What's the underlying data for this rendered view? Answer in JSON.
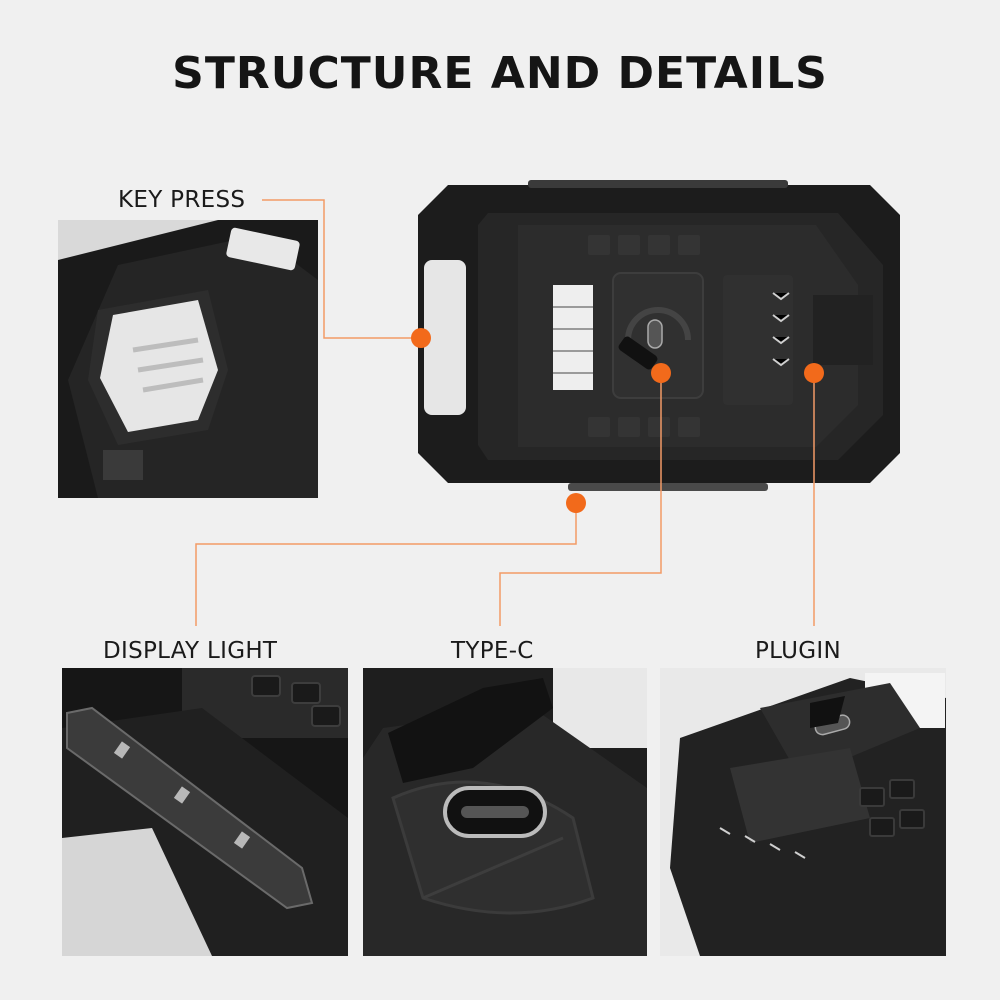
{
  "title": "STRUCTURE AND DETAILS",
  "callouts": {
    "key_press": "KEY PRESS",
    "display_light": "DISPLAY LIGHT",
    "type_c": "TYPE-C",
    "plugin": "PLUGIN"
  },
  "colors": {
    "background": "#f0f0f0",
    "accent": "#f26a1b",
    "leader_line": "#f29a66",
    "battery_body": "#1c1c1c"
  }
}
